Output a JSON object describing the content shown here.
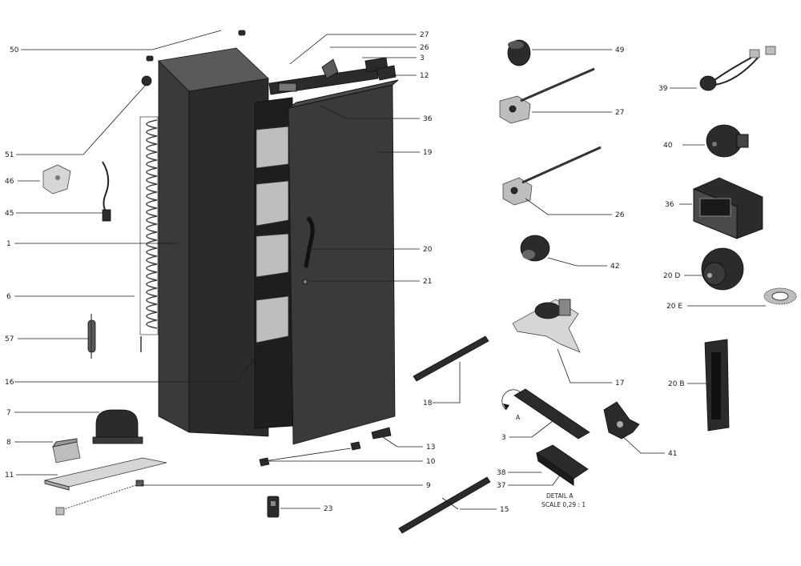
{
  "labels": {
    "p50": "50",
    "p51": "51",
    "p46": "46",
    "p45": "45",
    "p1": "1",
    "p6": "6",
    "p57": "57",
    "p16": "16",
    "p7": "7",
    "p8": "8",
    "p11": "11",
    "p27a": "27",
    "p26a": "26",
    "p3a": "3",
    "p12": "12",
    "p36a": "36",
    "p19": "19",
    "p20": "20",
    "p21": "21",
    "p13": "13",
    "p10": "10",
    "p9": "9",
    "p23": "23",
    "p18": "18",
    "p49": "49",
    "p27b": "27",
    "p26b": "26",
    "p42": "42",
    "p17": "17",
    "p3b": "3",
    "p38": "38",
    "p37": "37",
    "p15": "15",
    "p41": "41",
    "p39": "39",
    "p40": "40",
    "p36b": "36",
    "p20d": "20 D",
    "p20e": "20 E",
    "p20b": "20 B"
  },
  "detail": {
    "marker": "A",
    "title": "DETAIL  A",
    "scale": "SCALE 0,29 : 1"
  }
}
